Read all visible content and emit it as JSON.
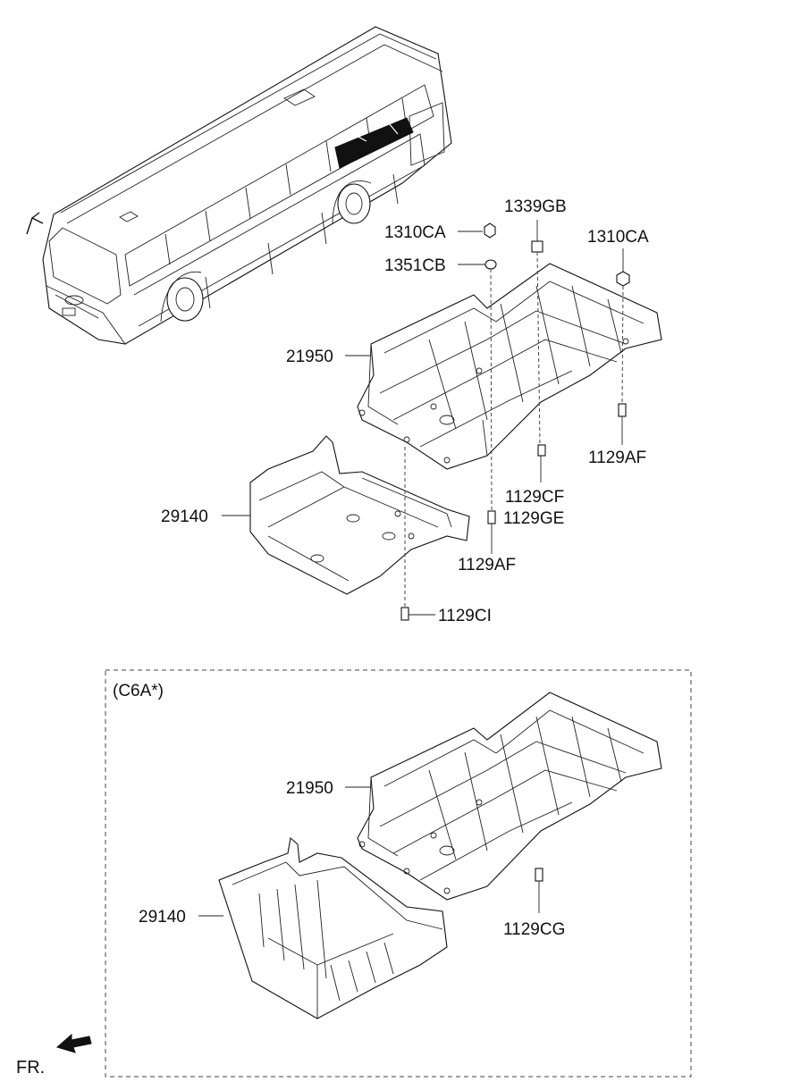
{
  "diagram": {
    "parts": {
      "p_1339GB": "1339GB",
      "p_1310CA_left": "1310CA",
      "p_1310CA_right": "1310CA",
      "p_1351CB": "1351CB",
      "p_21950_top": "21950",
      "p_1129AF_right": "1129AF",
      "p_1129CF": "1129CF",
      "p_1129GE": "1129GE",
      "p_29140_top": "29140",
      "p_1129AF_mid": "1129AF",
      "p_1129CI": "1129CI",
      "p_21950_bottom": "21950",
      "p_29140_bottom": "29140",
      "p_1129CG": "1129CG"
    },
    "variant_label": "(C6A*)",
    "direction_label": "FR."
  }
}
